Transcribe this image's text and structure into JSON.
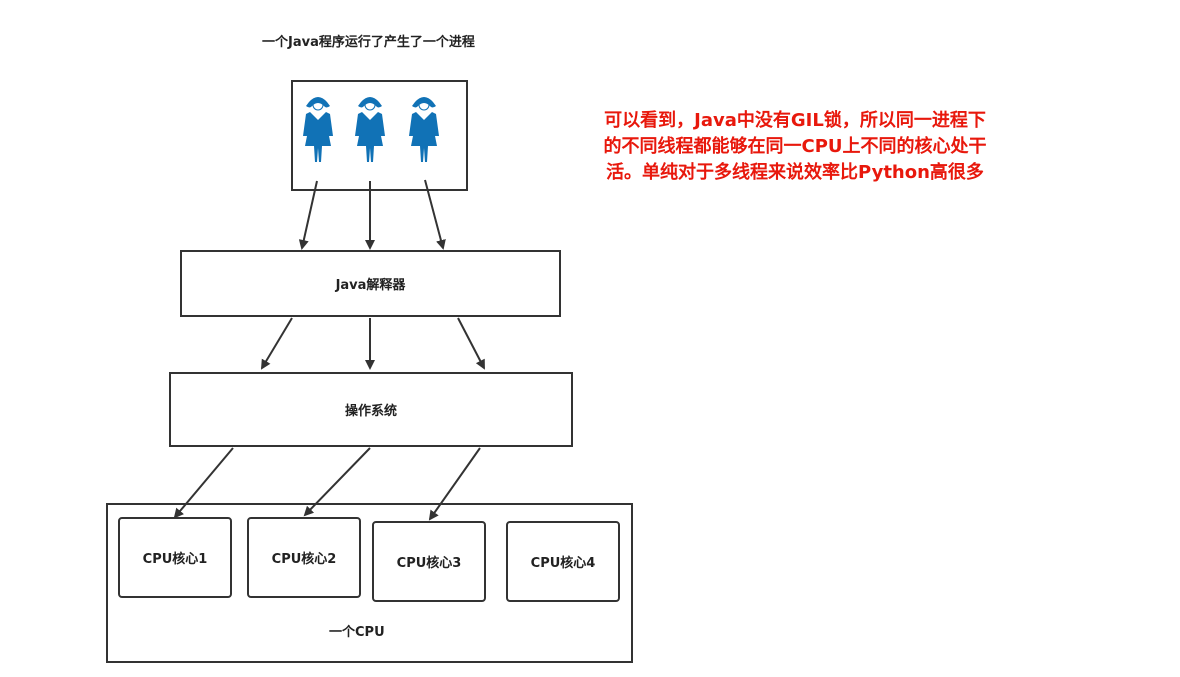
{
  "process_title": "一个Java程序运行了产生了一个进程",
  "threads": [
    {
      "icon": "person-icon"
    },
    {
      "icon": "person-icon"
    },
    {
      "icon": "person-icon"
    }
  ],
  "interpreter_label": "Java解释器",
  "os_label": "操作系统",
  "cpu_label": "一个CPU",
  "cores": [
    "CPU核心1",
    "CPU核心2",
    "CPU核心3",
    "CPU核心4"
  ],
  "note_lines": [
    "可以看到，Java中没有GIL锁，所以同一进程下",
    "的不同线程都能够在同一CPU上不同的核心处干",
    "活。单纯对于多线程来说效率比Python高很多"
  ],
  "colors": {
    "thread": "#1172b6",
    "note": "#e8180c",
    "stroke": "#333333"
  }
}
